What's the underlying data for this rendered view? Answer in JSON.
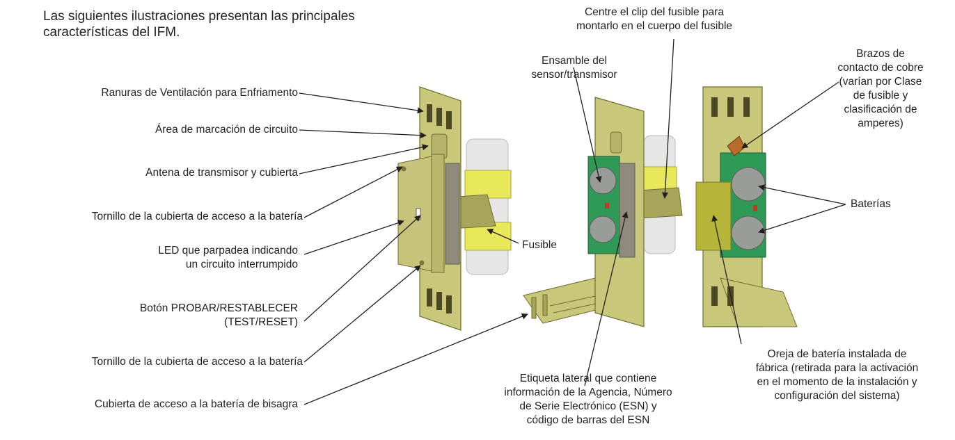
{
  "intro": {
    "line1": "Las siguientes ilustraciones presentan las principales",
    "line2": "características del IFM."
  },
  "left_labels": {
    "ventilation": "Ranuras de Ventilación para Enfriamento",
    "marking_area": "Área de marcación de circuito",
    "antenna": "Antena  de transmisor y cubierta",
    "screw_top": "Tornillo de la cubierta de acceso a la batería",
    "led_line1": "LED que parpadea indicando",
    "led_line2": "un circuito interrumpido",
    "button_line1": "Botón PROBAR/RESTABLECER",
    "button_line2": "(TEST/RESET)",
    "screw_bottom": "Tornillo de la cubierta de acceso a la batería",
    "hinge_cover": "Cubierta de acceso a la batería de bisagra"
  },
  "center_labels": {
    "clip_line1": "Centre el clip del fusible para",
    "clip_line2": "montarlo en el cuerpo del fusible",
    "sensor_line1": "Ensamble del",
    "sensor_line2": "sensor/transmisor",
    "fuse": "Fusible",
    "label_line1": "Etiqueta lateral que contiene",
    "label_line2": "información de la Agencia, Número",
    "label_line3": "de Serie Electrónico (ESN) y",
    "label_line4": "código de barras del ESN"
  },
  "right_labels": {
    "arms_line1": "Brazos de",
    "arms_line2": "contacto de cobre",
    "arms_line3": "(varían por Clase",
    "arms_line4": "de fusible y",
    "arms_line5": "clasificación de",
    "arms_line6": "amperes)",
    "batteries": "Baterías",
    "tab_line1": "Oreja de batería instalada de",
    "tab_line2": "fábrica (retirada para la activación",
    "tab_line3": "en el momento de la instalación y",
    "tab_line4": "configuración del sistema)"
  },
  "colors": {
    "housing": "#c9c77a",
    "housing_dark": "#8f8c3e",
    "pcb": "#2f9a55",
    "battery": "#9a9c9a",
    "fuse_band": "#e8e85a",
    "fuse_body": "#e6e6e6",
    "label_strip": "#8e8a7c",
    "tab": "#b7b43a"
  }
}
